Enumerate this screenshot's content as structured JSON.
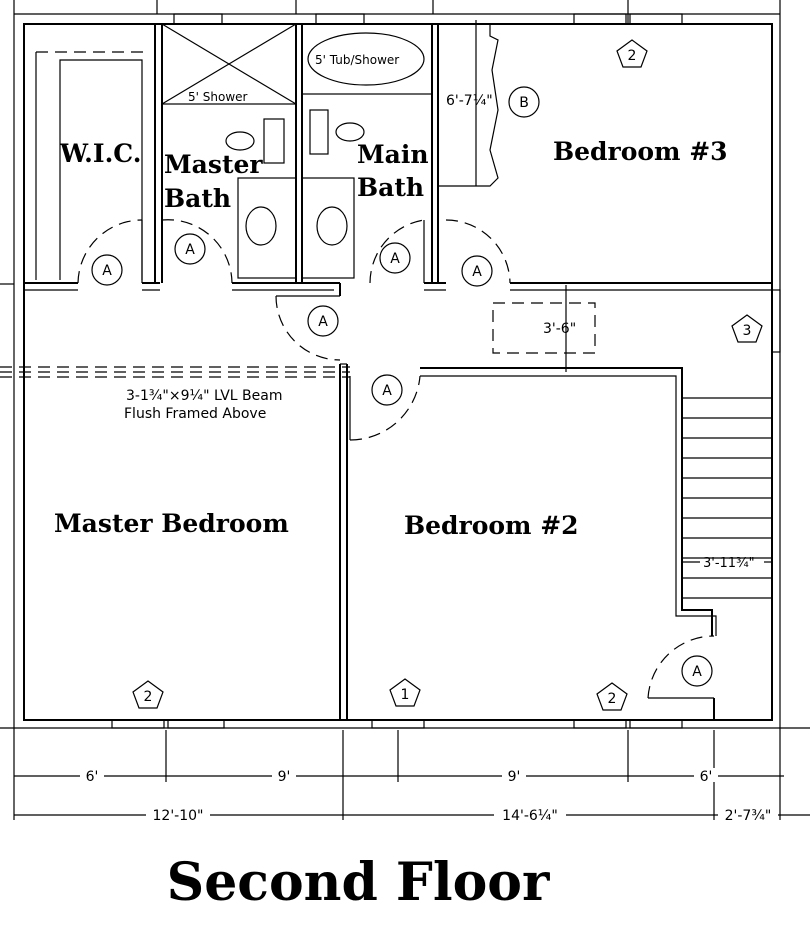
{
  "title": "Second Floor",
  "rooms": {
    "wic": "W.I.C.",
    "master_bath_1": "Master",
    "master_bath_2": "Bath",
    "main_bath_1": "Main",
    "main_bath_2": "Bath",
    "bedroom3": "Bedroom #3",
    "master_bedroom": "Master Bedroom",
    "bedroom2": "Bedroom #2"
  },
  "fixtures": {
    "shower": "5' Shower",
    "tub": "5' Tub/Shower"
  },
  "notes": {
    "beam_line1": "3-1¾\"×9¼\" LVL Beam",
    "beam_line2": "Flush Framed Above"
  },
  "dimensions": {
    "closet": "6'-7¼\"",
    "hall": "3'-6\"",
    "stair": "3'-11¾\"",
    "bottom_row1": [
      "6'",
      "9'",
      "9'",
      "6'"
    ],
    "bottom_row2": [
      "12'-10\"",
      "14'-6¼\"",
      "2'-7¾\""
    ]
  },
  "door_tags": {
    "a": "A",
    "b": "B"
  },
  "window_tags": [
    "2",
    "3",
    "2",
    "1",
    "2"
  ]
}
